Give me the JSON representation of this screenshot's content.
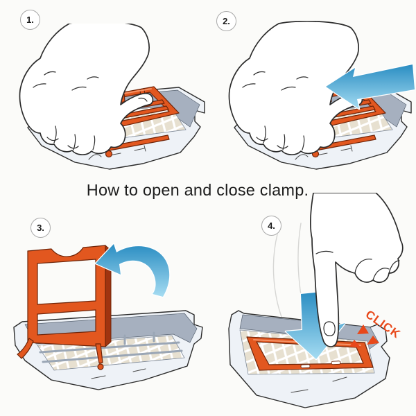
{
  "title": "How to open and close clamp.",
  "steps": [
    {
      "number": "1."
    },
    {
      "number": "2."
    },
    {
      "number": "3."
    },
    {
      "number": "4."
    }
  ],
  "click_label": "CLICK",
  "icons": {
    "step2": "slide-arrow-left-icon",
    "step3": "lift-arrow-curved-icon",
    "step4": "press-arrow-down-icon",
    "click": "click-burst-icon"
  },
  "colors": {
    "page_bg": "#fbfbf9",
    "ink": "#2b2b2b",
    "title_color": "#1d1d1d",
    "circle_border": "#a9a9a9",
    "clamp_orange": "#e2571f",
    "clamp_orange_dark": "#a03410",
    "clamp_outline": "#6e2408",
    "tray_body": "#eef2f7",
    "tray_wall": "#a6b0bf",
    "mesh_beige": "#e7e0d0",
    "mesh_line": "#ffffff",
    "rail_gray": "#9aa6b5",
    "arrow_blue": "#2a8dc2",
    "arrow_blue_light": "#a5dcf2",
    "click_color": "#e8481a"
  }
}
